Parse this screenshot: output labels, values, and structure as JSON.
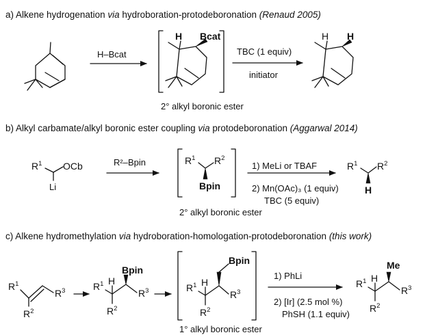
{
  "panel_a": {
    "title_prefix": "a)  Alkene hydrogenation ",
    "title_via": "via",
    "title_rest": " hydroboration-protodeboronation ",
    "citation": "(Renaud 2005)",
    "reagent1": "H–Bcat",
    "reagent2_above": "TBC (1 equiv)",
    "reagent2_below": "initiator",
    "intermediate_label": "2° alkyl boronic ester",
    "atoms": {
      "H": "H",
      "Bcat": "Bcat"
    }
  },
  "panel_b": {
    "title_prefix": "b)  Alkyl carbamate/alkyl boronic ester coupling ",
    "title_via": "via",
    "title_rest": " protodeboronation ",
    "citation": "(Aggarwal 2014)",
    "reagent1": "R²–Bpin",
    "step1": "1) MeLi or TBAF",
    "step2": "2) Mn(OAc)₃ (1 equiv)",
    "step3": "TBC (5 equiv)",
    "intermediate_label": "2° alkyl boronic ester",
    "atoms": {
      "R": "R",
      "one": "1",
      "two": "2",
      "OCb": "OCb",
      "Li": "Li",
      "Bpin": "Bpin",
      "H": "H"
    }
  },
  "panel_c": {
    "title_prefix": "c) Alkene hydromethylation ",
    "title_via": "via",
    "title_rest": " hydroboration-homologation-protodeboronation ",
    "citation": "(this work)",
    "step1": "1) PhLi",
    "step2": "2) [Ir] (2.5 mol %)",
    "step3": "PhSH (1.1 equiv)",
    "intermediate_label": "1° alkyl boronic ester",
    "atoms": {
      "R": "R",
      "one": "1",
      "two": "2",
      "three": "3",
      "H": "H",
      "Bpin": "Bpin",
      "Me": "Me"
    }
  }
}
